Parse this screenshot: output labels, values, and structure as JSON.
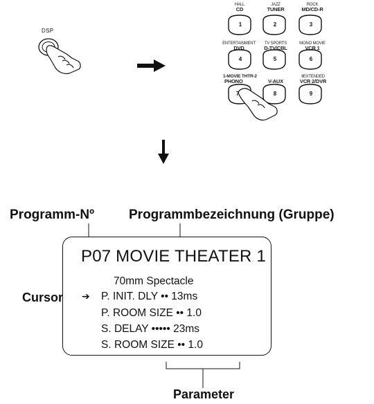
{
  "top": {
    "dsp_label": "DSP"
  },
  "remote": {
    "rows": [
      [
        {
          "top": "HALL",
          "bottom": "CD",
          "num": "1"
        },
        {
          "top": "JAZZ",
          "bottom": "TUNER",
          "num": "2"
        },
        {
          "top": "ROCK",
          "bottom": "MD/CD-R",
          "num": "3"
        }
      ],
      [
        {
          "top": "ENTERTAINMENT",
          "bottom": "DVD",
          "num": "4"
        },
        {
          "top": "TV SPORTS",
          "bottom": "D-TV/CBL",
          "num": "5"
        },
        {
          "top": "MONO MOVIE",
          "bottom": "VCR 1",
          "num": "6"
        }
      ],
      [
        {
          "top": "1-MOVIE THTR-2",
          "bottom": "PHONO",
          "num": "7"
        },
        {
          "top": "",
          "bottom": "V-AUX",
          "num": "8"
        },
        {
          "top": "ⅡEXTENDED",
          "bottom": "VCR 2/DVR",
          "num": "9"
        }
      ]
    ]
  },
  "labels": {
    "program_no": "Programm-Nº",
    "program_name": "Programmbezeichnung (Gruppe)",
    "cursor": "Cursor",
    "parameter": "Parameter"
  },
  "display": {
    "title": "P07 MOVIE THEATER 1",
    "subtitle": "70mm Spectacle",
    "cursor_glyph": "➔",
    "params": [
      "P. INIT. DLY •• 13ms",
      "P. ROOM SIZE •• 1.0",
      "S. DELAY ••••• 23ms",
      "S. ROOM SIZE •• 1.0"
    ]
  },
  "colors": {
    "ink": "#111111",
    "background": "#ffffff"
  }
}
